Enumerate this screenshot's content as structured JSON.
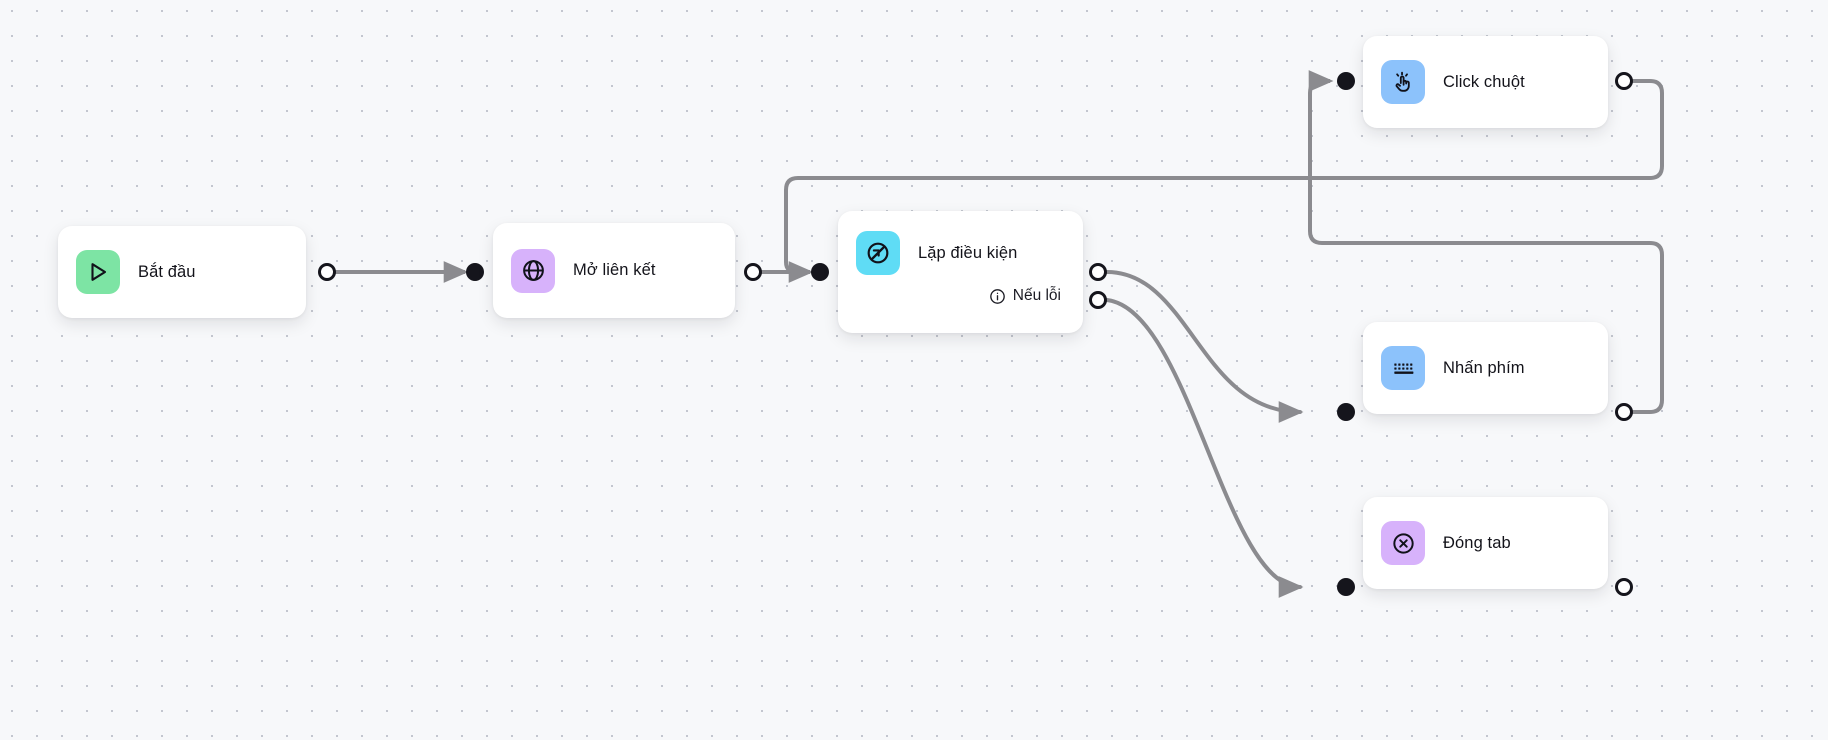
{
  "canvas": {
    "background_color": "#f7f8fa",
    "dot_color": "#c3c6cf",
    "edge_color": "#8b8b8f",
    "port_fill_color": "#15151c"
  },
  "nodes": [
    {
      "id": "start",
      "title": "Bắt đầu",
      "icon": "play-icon",
      "icon_bg": "#7de4a4",
      "icon_fg": "#11121a",
      "has_input": false,
      "has_output": true
    },
    {
      "id": "openlink",
      "title": "Mở liên kết",
      "icon": "globe-icon",
      "icon_bg": "#d7b2fb",
      "icon_fg": "#11121a",
      "has_input": true,
      "has_output": true
    },
    {
      "id": "loop",
      "title": "Lặp điều kiện",
      "subtitle": "Nếu lỗi",
      "subtitle_icon": "info-icon",
      "icon": "loop-slash-icon",
      "icon_bg": "#5fdcf5",
      "icon_fg": "#11121a",
      "has_input": true,
      "has_output": true,
      "output_count": 2
    },
    {
      "id": "click",
      "title": "Click chuột",
      "icon": "click-hand-icon",
      "icon_bg": "#8cc2fb",
      "icon_fg": "#11121a",
      "has_input": true,
      "has_output": true
    },
    {
      "id": "key",
      "title": "Nhấn phím",
      "icon": "keyboard-icon",
      "icon_bg": "#8cc2fb",
      "icon_fg": "#11121a",
      "has_input": true,
      "has_output": true
    },
    {
      "id": "closetab",
      "title": "Đóng tab",
      "icon": "close-circle-icon",
      "icon_bg": "#d7b2fb",
      "icon_fg": "#11121a",
      "has_input": true,
      "has_output": true
    }
  ],
  "edges": [
    {
      "id": "e1",
      "from": "start",
      "to": "openlink",
      "kind": "straight"
    },
    {
      "id": "e2",
      "from": "openlink",
      "to": "loop",
      "kind": "straight"
    },
    {
      "id": "e3",
      "from": "loop",
      "to": "key",
      "kind": "bezier",
      "port": "main"
    },
    {
      "id": "e4",
      "from": "loop",
      "to": "closetab",
      "kind": "bezier",
      "port": "error"
    },
    {
      "id": "e5",
      "from": "click",
      "to": "loop",
      "kind": "orthogonal"
    },
    {
      "id": "e6",
      "from": "key",
      "to": "click",
      "kind": "orthogonal"
    }
  ]
}
